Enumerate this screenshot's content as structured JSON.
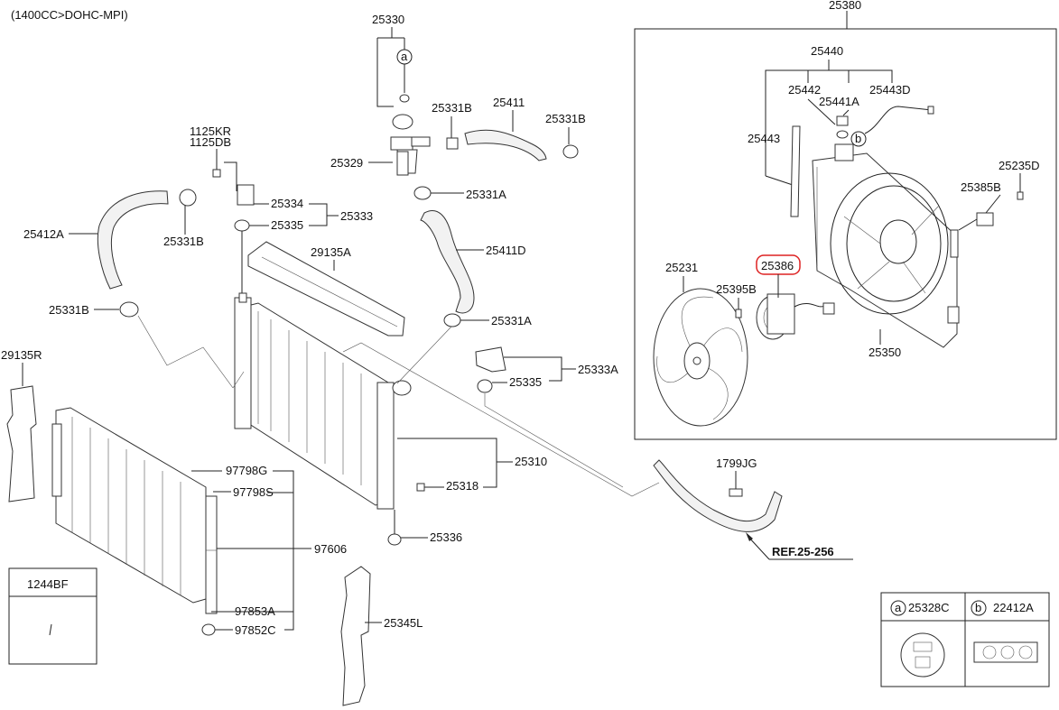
{
  "header": {
    "engine_note": "(1400CC>DOHC-MPI)"
  },
  "labels": {
    "p25380": "25380",
    "p25440": "25440",
    "p25442": "25442",
    "p25441A": "25441A",
    "p25443D": "25443D",
    "p25443": "25443",
    "p25235D": "25235D",
    "p25385B": "25385B",
    "p25231": "25231",
    "p25386": "25386",
    "p25395B": "25395B",
    "p25350": "25350",
    "p1799JG": "1799JG",
    "ref_25_256": "REF.25-256",
    "p25330": "25330",
    "p25331B_a": "25331B",
    "p25411": "25411",
    "p25331B_b": "25331B",
    "p25329": "25329",
    "p25331A_a": "25331A",
    "p1125KR": "1125KR",
    "p1125DB": "1125DB",
    "p25334": "25334",
    "p25333": "25333",
    "p25335_a": "25335",
    "p25412A": "25412A",
    "p25331B_c": "25331B",
    "p29135A": "29135A",
    "p25411D": "25411D",
    "p25331B_d": "25331B",
    "p25331A_b": "25331A",
    "p29135R": "29135R",
    "p25333A": "25333A",
    "p25335_b": "25335",
    "p97798G": "97798G",
    "p97798S": "97798S",
    "p25310": "25310",
    "p25318": "25318",
    "p97606": "97606",
    "p25336": "25336",
    "p1244BF": "1244BF",
    "p97853A": "97853A",
    "p97852C": "97852C",
    "p25345L": "25345L"
  },
  "callouts": {
    "a": "a",
    "b": "b"
  },
  "legend": {
    "a_marker": "a",
    "a_part": "25328C",
    "b_marker": "b",
    "b_part": "22412A"
  },
  "colors": {
    "highlight": "#d22222",
    "line": "#222222"
  }
}
